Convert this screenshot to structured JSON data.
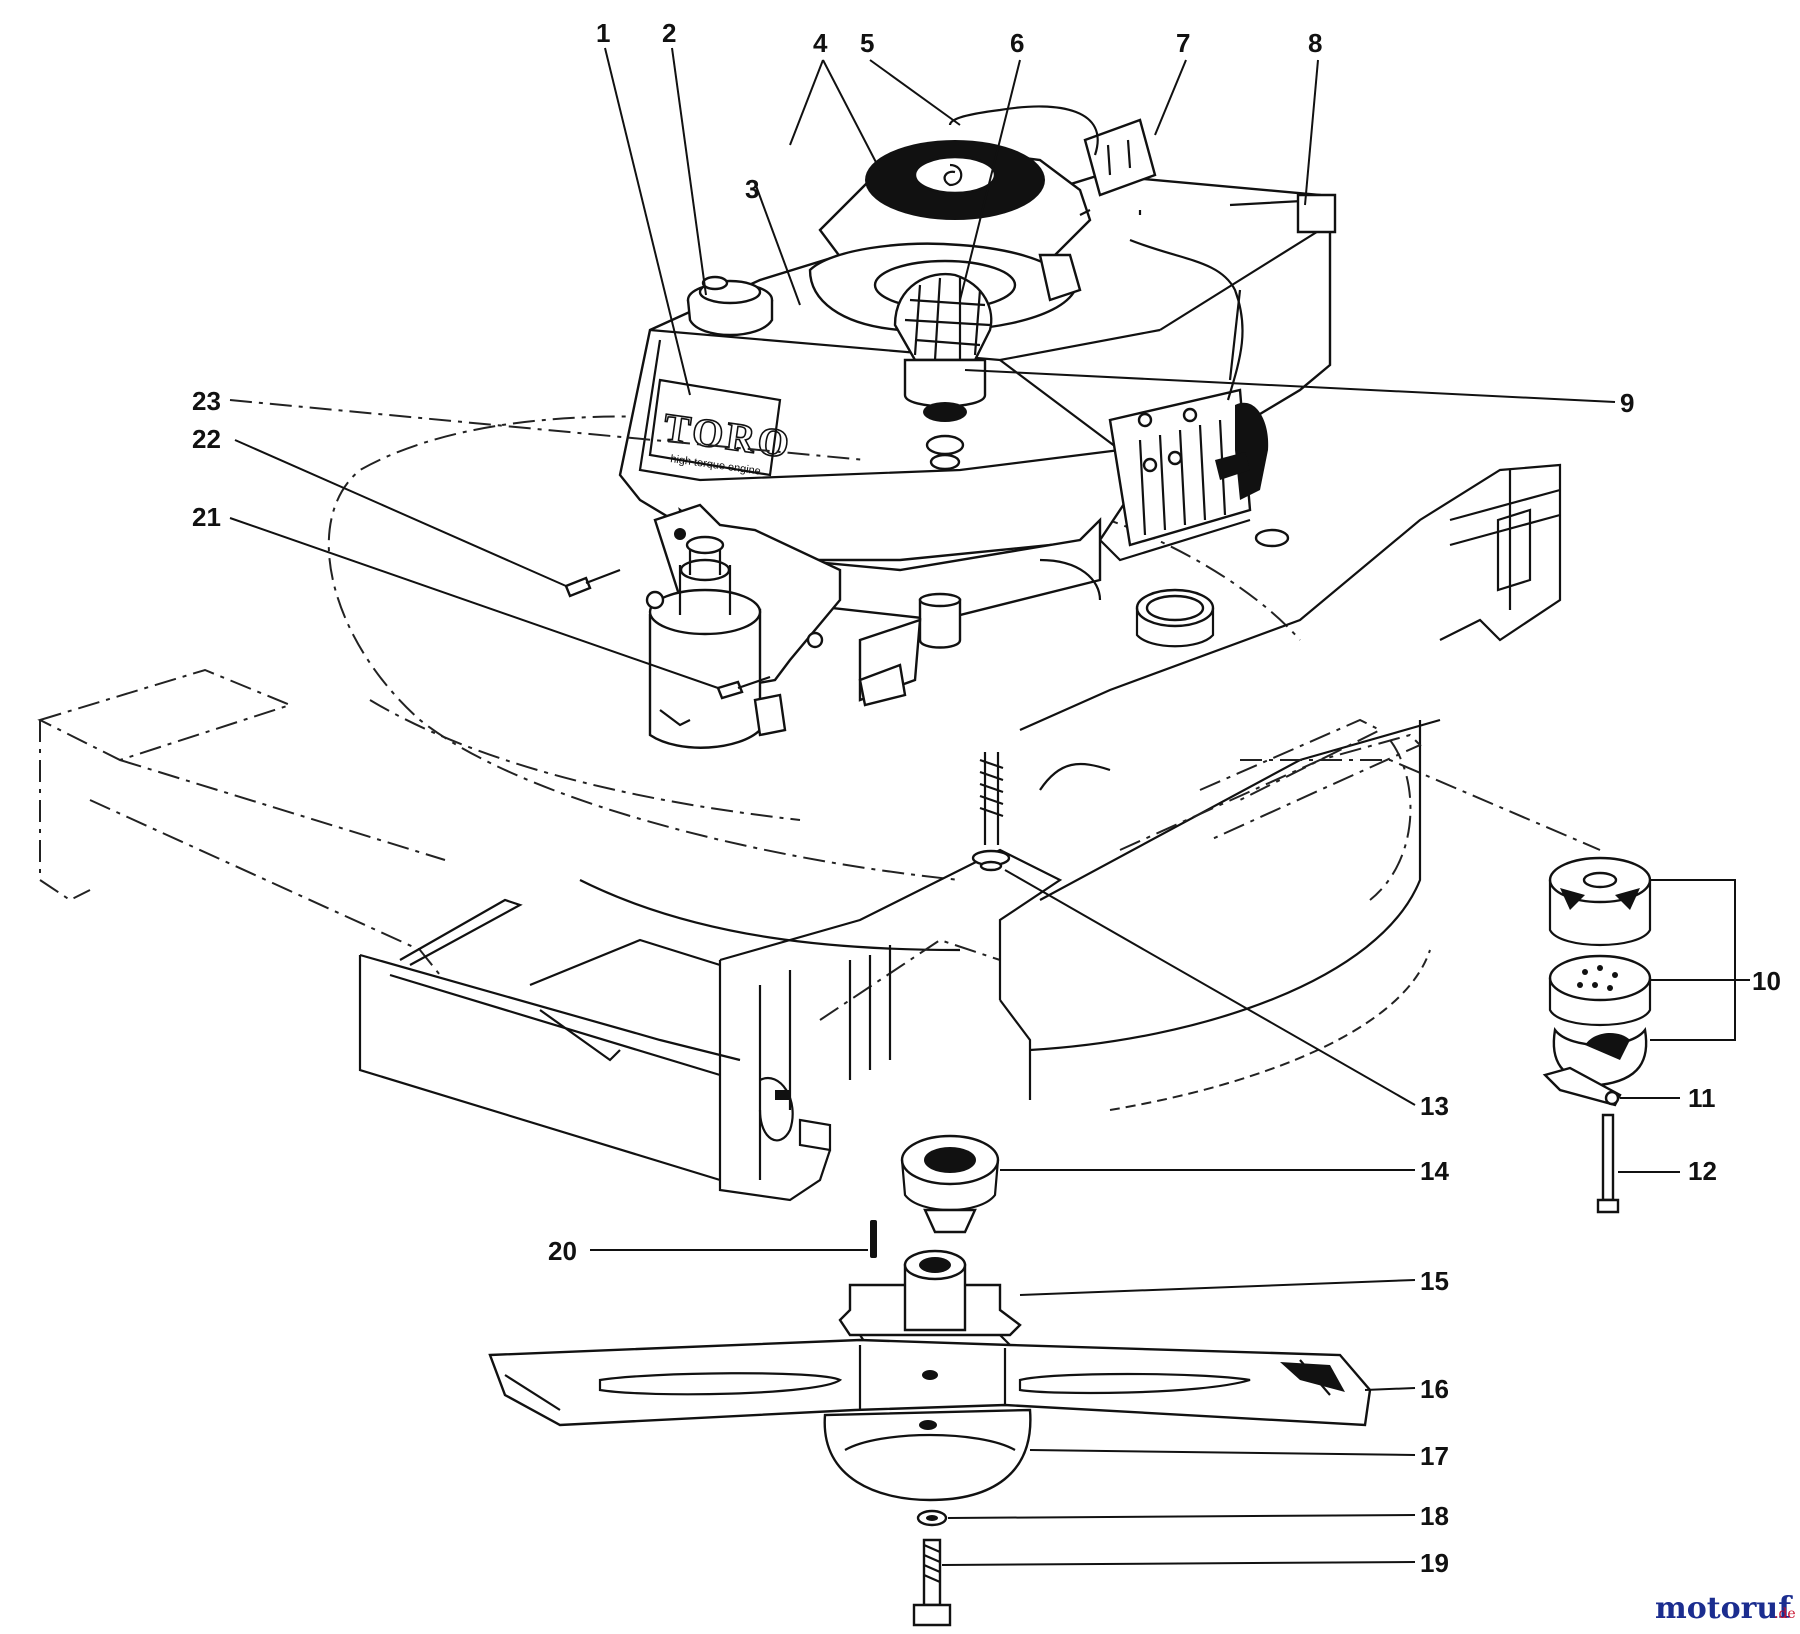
{
  "callouts": [
    {
      "n": "1"
    },
    {
      "n": "2"
    },
    {
      "n": "3"
    },
    {
      "n": "4"
    },
    {
      "n": "5"
    },
    {
      "n": "6"
    },
    {
      "n": "7"
    },
    {
      "n": "8"
    },
    {
      "n": "9"
    },
    {
      "n": "10"
    },
    {
      "n": "11"
    },
    {
      "n": "12"
    },
    {
      "n": "13"
    },
    {
      "n": "14"
    },
    {
      "n": "15"
    },
    {
      "n": "16"
    },
    {
      "n": "17"
    },
    {
      "n": "18"
    },
    {
      "n": "19"
    },
    {
      "n": "20"
    },
    {
      "n": "21"
    },
    {
      "n": "22"
    },
    {
      "n": "23"
    }
  ],
  "engine": {
    "brand": "TORO",
    "brand_subtitle": "high torque engine"
  },
  "watermark": {
    "text": "motoruf",
    "suffix": ".de"
  }
}
